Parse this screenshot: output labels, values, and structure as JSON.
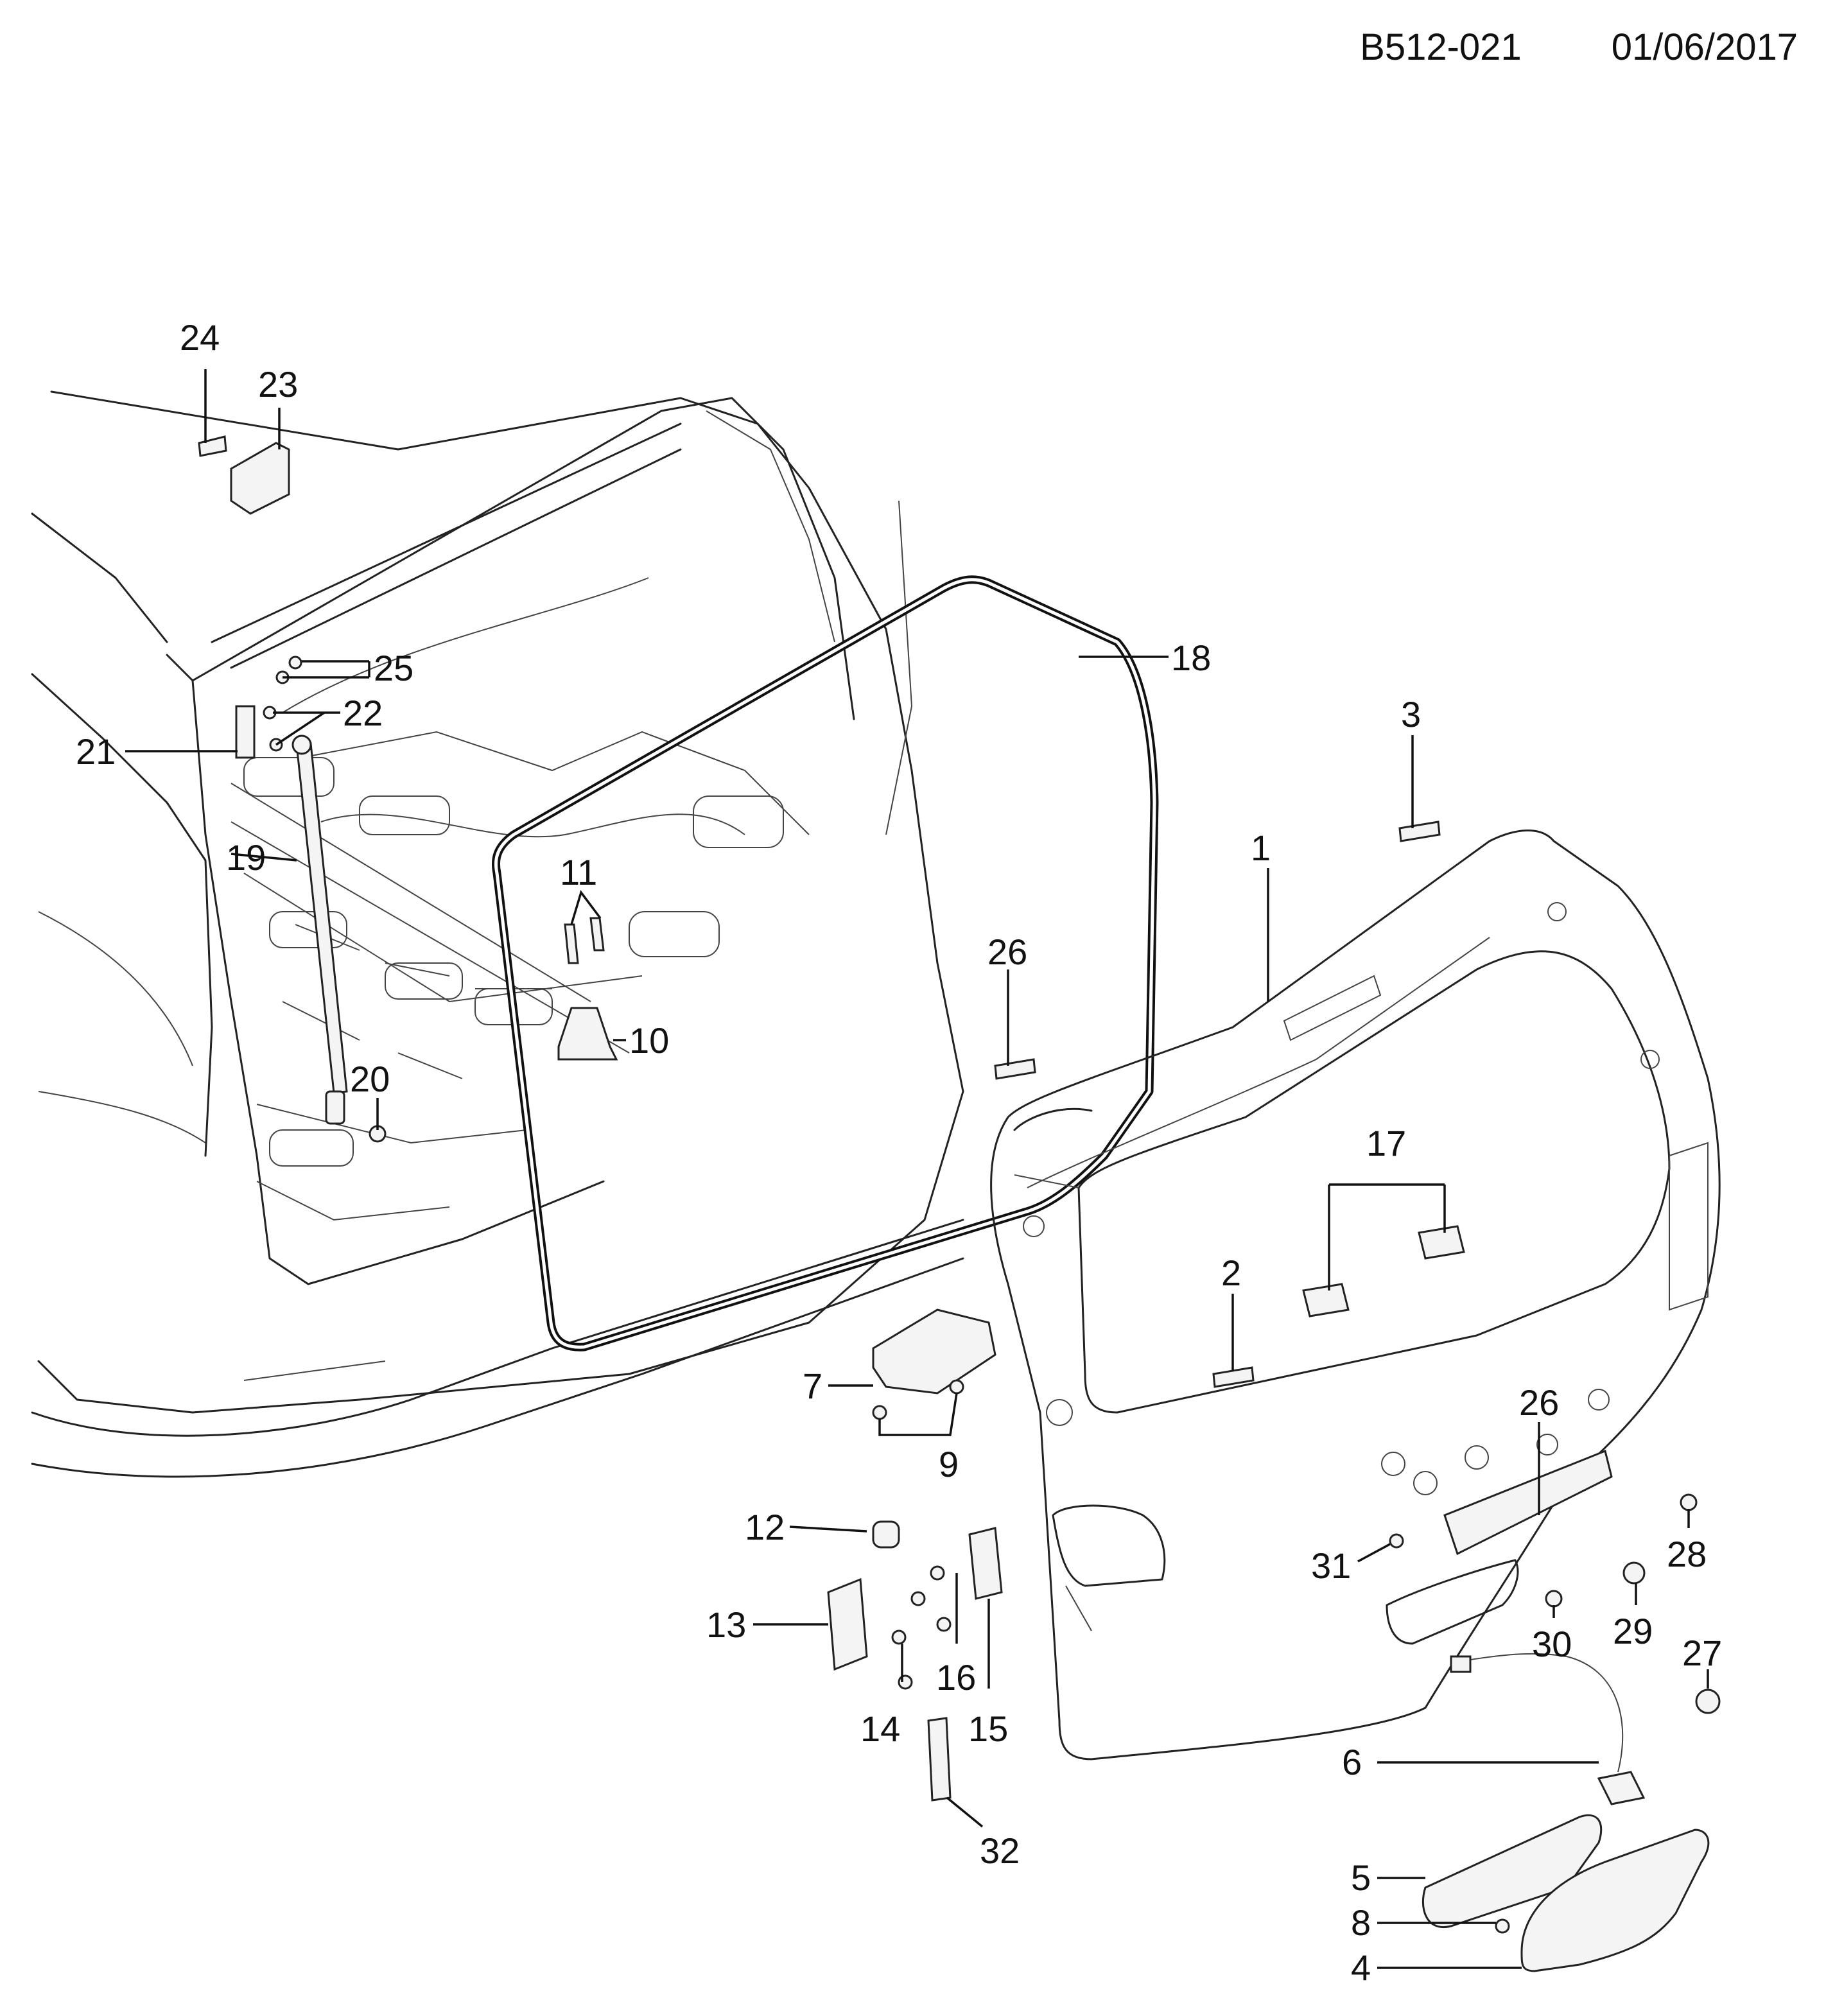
{
  "header": {
    "code": "B512-021",
    "date": "01/06/2017"
  },
  "callouts": [
    {
      "id": "c1",
      "text": "1"
    },
    {
      "id": "c2",
      "text": "2"
    },
    {
      "id": "c3",
      "text": "3"
    },
    {
      "id": "c4",
      "text": "4"
    },
    {
      "id": "c5",
      "text": "5"
    },
    {
      "id": "c6",
      "text": "6"
    },
    {
      "id": "c7",
      "text": "7"
    },
    {
      "id": "c8",
      "text": "8"
    },
    {
      "id": "c9",
      "text": "9"
    },
    {
      "id": "c10",
      "text": "10"
    },
    {
      "id": "c11",
      "text": "11"
    },
    {
      "id": "c12",
      "text": "12"
    },
    {
      "id": "c13",
      "text": "13"
    },
    {
      "id": "c14",
      "text": "14"
    },
    {
      "id": "c15",
      "text": "15"
    },
    {
      "id": "c16",
      "text": "16"
    },
    {
      "id": "c17",
      "text": "17"
    },
    {
      "id": "c18",
      "text": "18"
    },
    {
      "id": "c19",
      "text": "19"
    },
    {
      "id": "c20",
      "text": "20"
    },
    {
      "id": "c21",
      "text": "21"
    },
    {
      "id": "c22",
      "text": "22"
    },
    {
      "id": "c23",
      "text": "23"
    },
    {
      "id": "c24",
      "text": "24"
    },
    {
      "id": "c25",
      "text": "25"
    },
    {
      "id": "c26a",
      "text": "26"
    },
    {
      "id": "c26b",
      "text": "26"
    },
    {
      "id": "c27",
      "text": "27"
    },
    {
      "id": "c28",
      "text": "28"
    },
    {
      "id": "c29",
      "text": "29"
    },
    {
      "id": "c30",
      "text": "30"
    },
    {
      "id": "c31",
      "text": "31"
    },
    {
      "id": "c32",
      "text": "32"
    }
  ]
}
